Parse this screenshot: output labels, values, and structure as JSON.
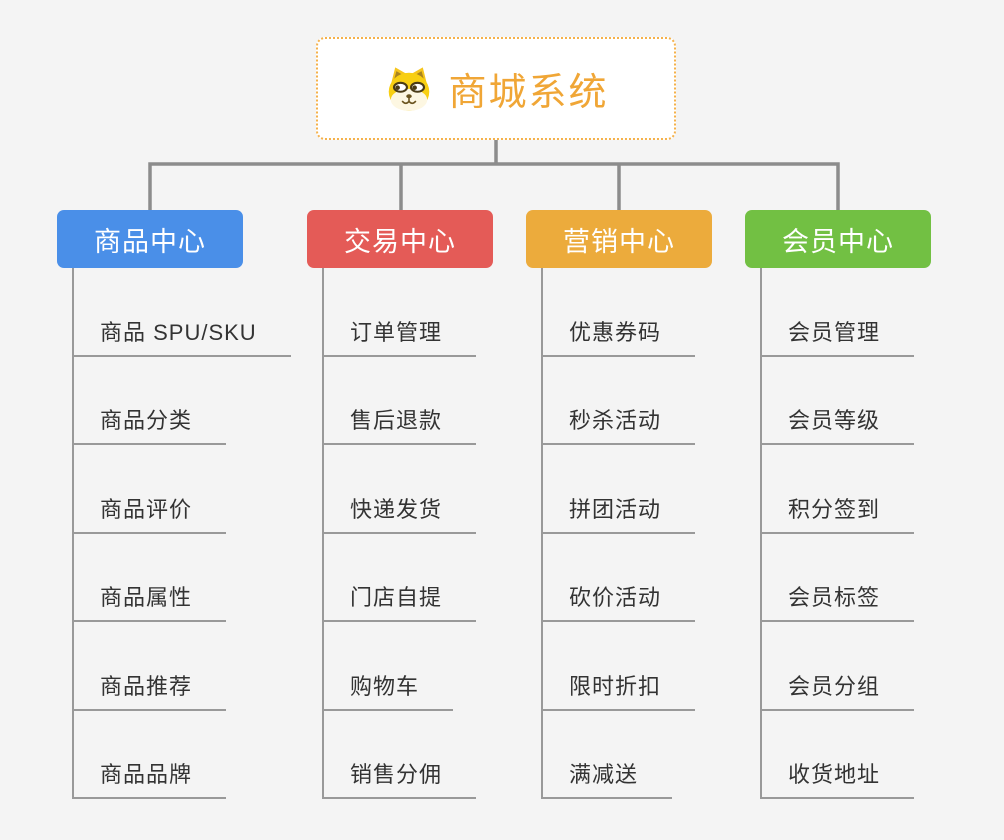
{
  "page": {
    "background_color": "#f4f4f4"
  },
  "root": {
    "title": "商城系统",
    "icon": "doge-icon",
    "text_color": "#f0a636",
    "border_color": "#f5b14a",
    "background_color": "#ffffff"
  },
  "connectors": {
    "color": "#8c8c8c",
    "leaf_line_color": "#999999"
  },
  "branches": [
    {
      "label": "商品中心",
      "color": "#4a8fe8",
      "items": [
        "商品 SPU/SKU",
        "商品分类",
        "商品评价",
        "商品属性",
        "商品推荐",
        "商品品牌"
      ]
    },
    {
      "label": "交易中心",
      "color": "#e45b57",
      "items": [
        "订单管理",
        "售后退款",
        "快递发货",
        "门店自提",
        "购物车",
        "销售分佣"
      ]
    },
    {
      "label": "营销中心",
      "color": "#ecab3c",
      "items": [
        "优惠券码",
        "秒杀活动",
        "拼团活动",
        "砍价活动",
        "限时折扣",
        "满减送"
      ]
    },
    {
      "label": "会员中心",
      "color": "#72c043",
      "items": [
        "会员管理",
        "会员等级",
        "积分签到",
        "会员标签",
        "会员分组",
        "收货地址"
      ]
    }
  ]
}
